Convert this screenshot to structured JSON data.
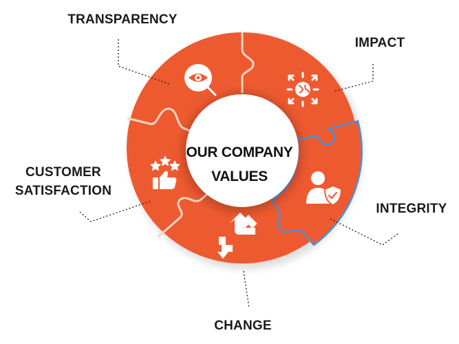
{
  "diagram": {
    "center_title_line1": "OUR COMPANY",
    "center_title_line2": "VALUES",
    "values": [
      {
        "id": "transparency",
        "label": "TRANSPARENCY",
        "icon": "eye-magnifier-icon"
      },
      {
        "id": "impact",
        "label": "IMPACT",
        "icon": "globe-expand-icon"
      },
      {
        "id": "integrity",
        "label": "INTEGRITY",
        "icon": "user-shield-icon"
      },
      {
        "id": "change",
        "label": "CHANGE",
        "icon": "arrows-exchange-icon"
      },
      {
        "id": "customer-satisfaction",
        "label_line1": "CUSTOMER",
        "label_line2": "SATISFACTION",
        "icon": "stars-thumbs-up-icon"
      }
    ],
    "colors": {
      "segment_fill": "#EE5A30",
      "segment_edge": "#F9D6C8",
      "highlight_outline": "#4A90D9",
      "center_fill": "#FFFFFF",
      "text": "#1A1A1A"
    }
  }
}
